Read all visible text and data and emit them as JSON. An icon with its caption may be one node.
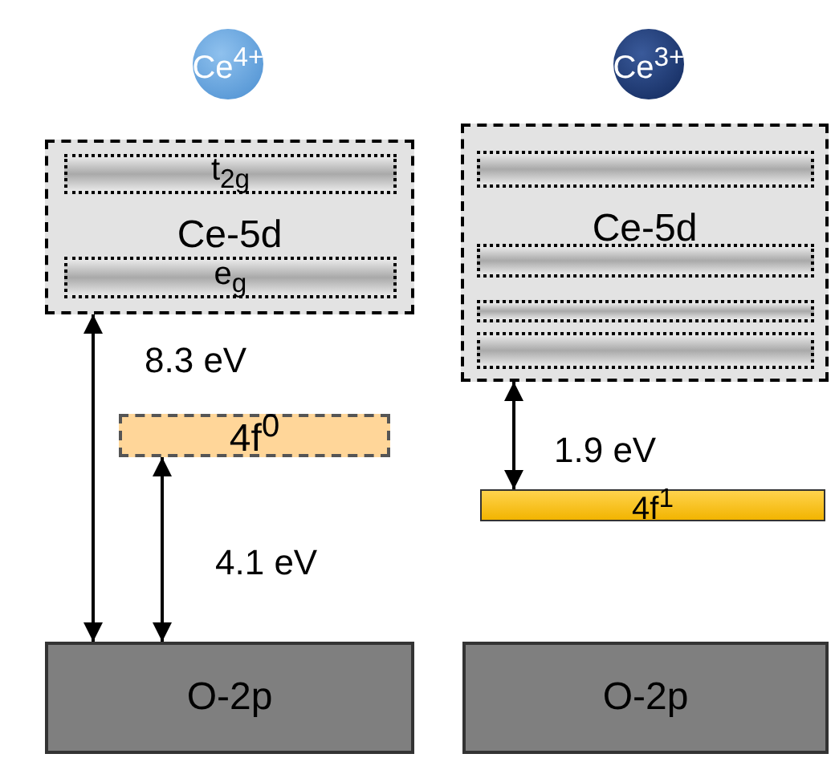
{
  "diagram": {
    "nodes": [
      {
        "text": [
          "Ce$^{4+}$"
        ]
      },
      {
        "text": [
          "Ce-5d"
        ]
      },
      {
        "text": [
          "t$_{2g}$"
        ],
        "in": 1
      },
      {
        "text": [
          "e$_{g}$"
        ],
        "in": 1
      },
      {
        "text": [
          "4f$^{0}$"
        ]
      },
      {
        "text": [
          "O-2p"
        ]
      },
      {
        "text": [
          "Ce$^{3+}$"
        ]
      },
      {
        "text": [
          "Ce-5d"
        ]
      },
      {
        "text": [],
        "shape": "bar",
        "in": 7
      },
      {
        "text": [],
        "shape": "bar",
        "in": 7
      },
      {
        "text": [],
        "shape": "bar",
        "in": 7
      },
      {
        "text": [],
        "shape": "bar",
        "in": 7
      },
      {
        "text": [
          "4f$^{1}$"
        ]
      },
      {
        "text": [
          "O-2p"
        ]
      }
    ],
    "edges": [
      {
        "from": 1,
        "to": 5,
        "arrow": "both",
        "label": "8.3 eV"
      },
      {
        "from": 4,
        "to": 5,
        "arrow": "both",
        "label": "4.1 eV"
      },
      {
        "from": 7,
        "to": 12,
        "arrow": "both",
        "label": "1.9 eV"
      }
    ]
  }
}
